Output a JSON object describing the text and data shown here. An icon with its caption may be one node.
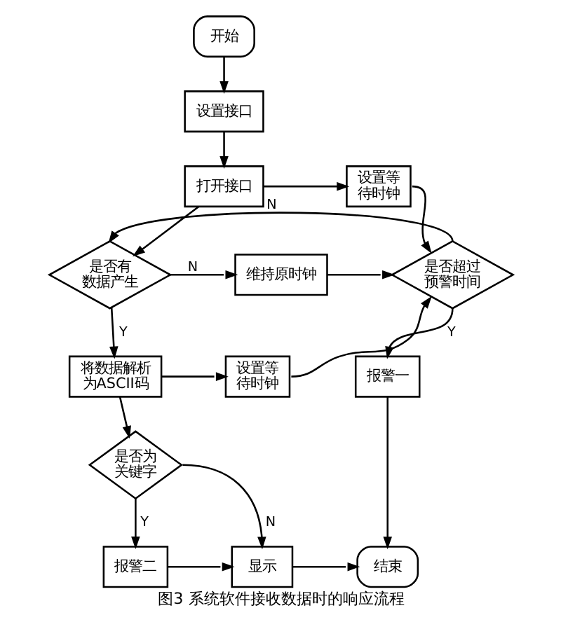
{
  "diagram": {
    "caption": "图3 系统软件接收数据时的响应流程",
    "nodes": [
      {
        "text": [
          "开始"
        ]
      },
      {
        "text": [
          "设置接口"
        ]
      },
      {
        "text": [
          "打开接口"
        ]
      },
      {
        "text": [
          "设置等待时钟"
        ]
      },
      {
        "text": [
          "是否有数据产生"
        ]
      },
      {
        "text": [
          "维持原时钟"
        ]
      },
      {
        "text": [
          "是否超过预警时间"
        ]
      },
      {
        "text": [
          "将数据解析为ASCII码"
        ]
      },
      {
        "text": [
          "设置等待时钟"
        ]
      },
      {
        "text": [
          "报警一"
        ]
      },
      {
        "text": [
          "是否为关键字"
        ]
      },
      {
        "text": [
          "报警二"
        ]
      },
      {
        "text": [
          "显示"
        ]
      },
      {
        "text": [
          "结束"
        ]
      }
    ],
    "edges": [
      {
        "from": 0,
        "to": 1,
        "arrow": "to"
      },
      {
        "from": 1,
        "to": 2,
        "arrow": "to"
      },
      {
        "from": 2,
        "to": 3,
        "arrow": "to"
      },
      {
        "from": 3,
        "to": 6,
        "arrow": "to"
      },
      {
        "from": 2,
        "to": 4,
        "arrow": "to"
      },
      {
        "from": 4,
        "to": 5,
        "arrow": "to",
        "label": "N"
      },
      {
        "from": 4,
        "to": 7,
        "arrow": "to",
        "label": "Y"
      },
      {
        "from": 5,
        "to": 6,
        "arrow": "to"
      },
      {
        "from": 6,
        "to": 4,
        "arrow": "to",
        "label": "N"
      },
      {
        "from": 7,
        "to": 8,
        "arrow": "to"
      },
      {
        "from": 7,
        "to": 10,
        "arrow": "to"
      },
      {
        "from": 8,
        "to": 6,
        "arrow": "to"
      },
      {
        "from": 6,
        "to": 9,
        "arrow": "to",
        "label": "Y"
      },
      {
        "from": 9,
        "to": 13,
        "arrow": "to"
      },
      {
        "from": 10,
        "to": 11,
        "arrow": "to",
        "label": "Y"
      },
      {
        "from": 10,
        "to": 12,
        "arrow": "to",
        "label": "N"
      },
      {
        "from": 11,
        "to": 12,
        "arrow": "to"
      },
      {
        "from": 12,
        "to": 13,
        "arrow": "to"
      }
    ]
  }
}
